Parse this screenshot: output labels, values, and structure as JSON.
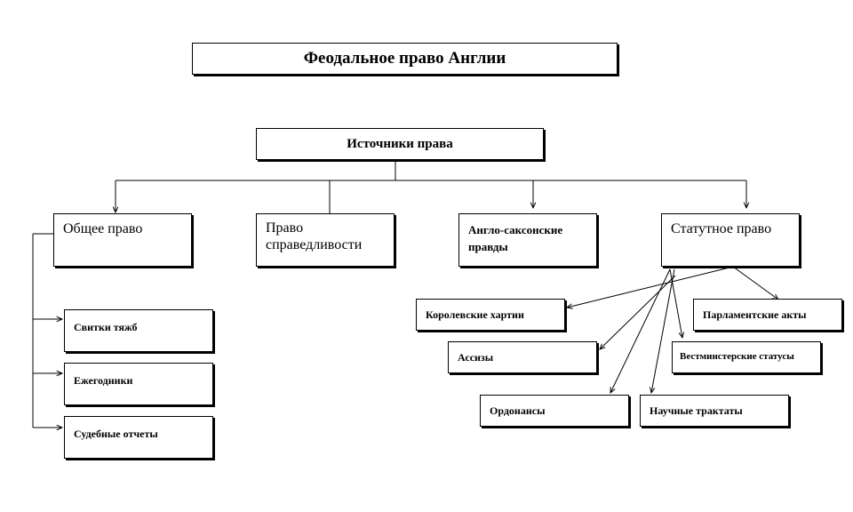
{
  "diagram": {
    "title": "Феодальное право Англии",
    "sources": "Источники права",
    "categories": {
      "common_law": "Общее право",
      "equity": "Право справедливости",
      "anglo_saxon": "Англо-саксонские правды",
      "statute_law": "Статутное право"
    },
    "common_law_items": {
      "plea_rolls": "Свитки тяжб",
      "yearbooks": "Ежегодники",
      "court_reports": "Судебные отчеты"
    },
    "statute_items": {
      "royal_charters": "Королевские хартии",
      "parliament_acts": "Парламентские акты",
      "assizes": "Ассизы",
      "westminster_statutes": "Вестминстерские статусы",
      "ordinances": "Ордонансы",
      "treatises": "Научные трактаты"
    },
    "colors": {
      "line": "#000000",
      "box_border": "#000000",
      "background": "#ffffff"
    }
  }
}
